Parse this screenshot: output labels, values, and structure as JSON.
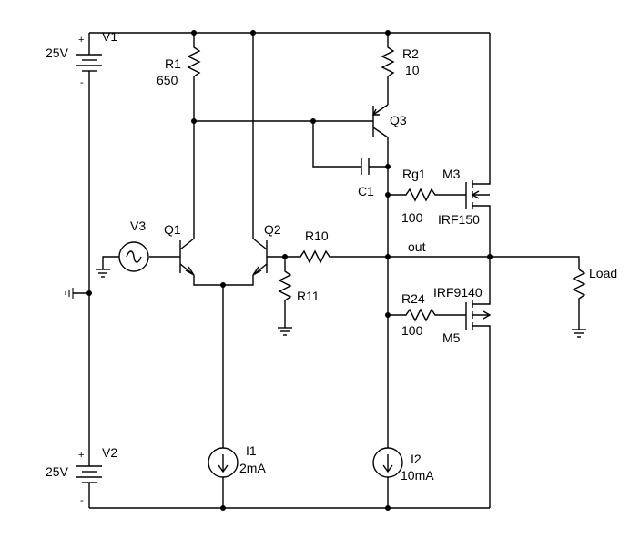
{
  "components": {
    "V1": {
      "name": "V1",
      "value": "25V",
      "plus": "+",
      "minus": "-"
    },
    "V2": {
      "name": "V2",
      "value": "25V",
      "plus": "+",
      "minus": "-"
    },
    "V3": {
      "name": "V3"
    },
    "R1": {
      "name": "R1",
      "value": "650"
    },
    "R2": {
      "name": "R2",
      "value": "10"
    },
    "R10": {
      "name": "R10"
    },
    "R11": {
      "name": "R11"
    },
    "Rg1": {
      "name": "Rg1",
      "value": "100"
    },
    "R24": {
      "name": "R24",
      "value": "100"
    },
    "Q1": {
      "name": "Q1"
    },
    "Q2": {
      "name": "Q2"
    },
    "Q3": {
      "name": "Q3"
    },
    "C1": {
      "name": "C1"
    },
    "M3": {
      "name": "M3",
      "model": "IRF150"
    },
    "M5": {
      "name": "M5",
      "model": "IRF9140"
    },
    "I1": {
      "name": "I1",
      "value": "2mA"
    },
    "I2": {
      "name": "I2",
      "value": "10mA"
    },
    "Load": {
      "name": "Load"
    }
  },
  "nets": {
    "out": "out"
  }
}
